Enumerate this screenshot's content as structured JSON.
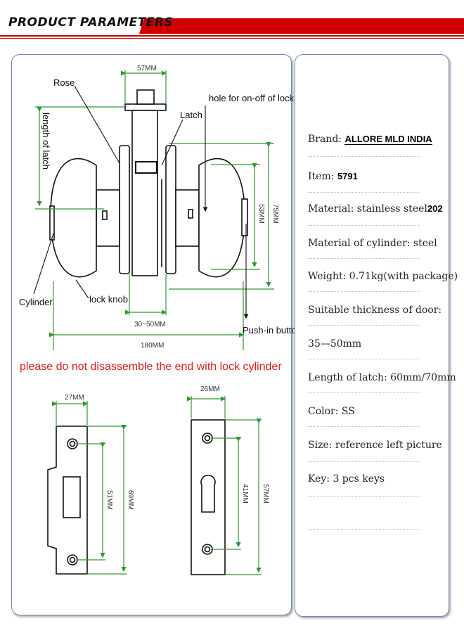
{
  "header": {
    "title": "PRODUCT PARAMETERS"
  },
  "colors": {
    "accent_red": "#d00000",
    "panel_border": "#6c89b8",
    "dimension_green": "#2e9a2e",
    "warning_red": "#e21b1b"
  },
  "diagram": {
    "dim_width_top": "57MM",
    "label_rose": "Rose",
    "label_hole": "hole for on-off of lock",
    "label_latch": "Latch",
    "label_length_of_latch": "length of latch",
    "dim_53": "53MM",
    "dim_75": "75MM",
    "label_cylinder": "Cylinder",
    "label_lock_knob": "lock knob",
    "dim_door": "30~50MM",
    "label_push_in": "Push-in button",
    "dim_total": "180MM",
    "warning": "please do not disassemble the end with lock cylinder",
    "plate1_width": "27MM",
    "plate1_inner": "51MM",
    "plate1_outer": "69MM",
    "plate2_width": "26MM",
    "plate2_inner": "41MM",
    "plate2_outer": "57MM"
  },
  "params": [
    {
      "label": "Brand:",
      "value": "ALLORE MLD INDIA"
    },
    {
      "label": "Item:",
      "value": "5791"
    },
    {
      "label": "Material: stainless steel",
      "value": "202"
    },
    {
      "label": "Material of cylinder: steel",
      "value": ""
    },
    {
      "label": "Weight: 0.71kg(with package)",
      "value": ""
    },
    {
      "label": "Suitable thickness of door:",
      "value": ""
    },
    {
      "label": "35—50mm",
      "value": ""
    },
    {
      "label": "Length of latch: 60mm/70mm",
      "value": ""
    },
    {
      "label": "Color: SS",
      "value": ""
    },
    {
      "label": "Size: reference left picture",
      "value": ""
    },
    {
      "label": "Key: 3 pcs keys",
      "value": ""
    }
  ]
}
